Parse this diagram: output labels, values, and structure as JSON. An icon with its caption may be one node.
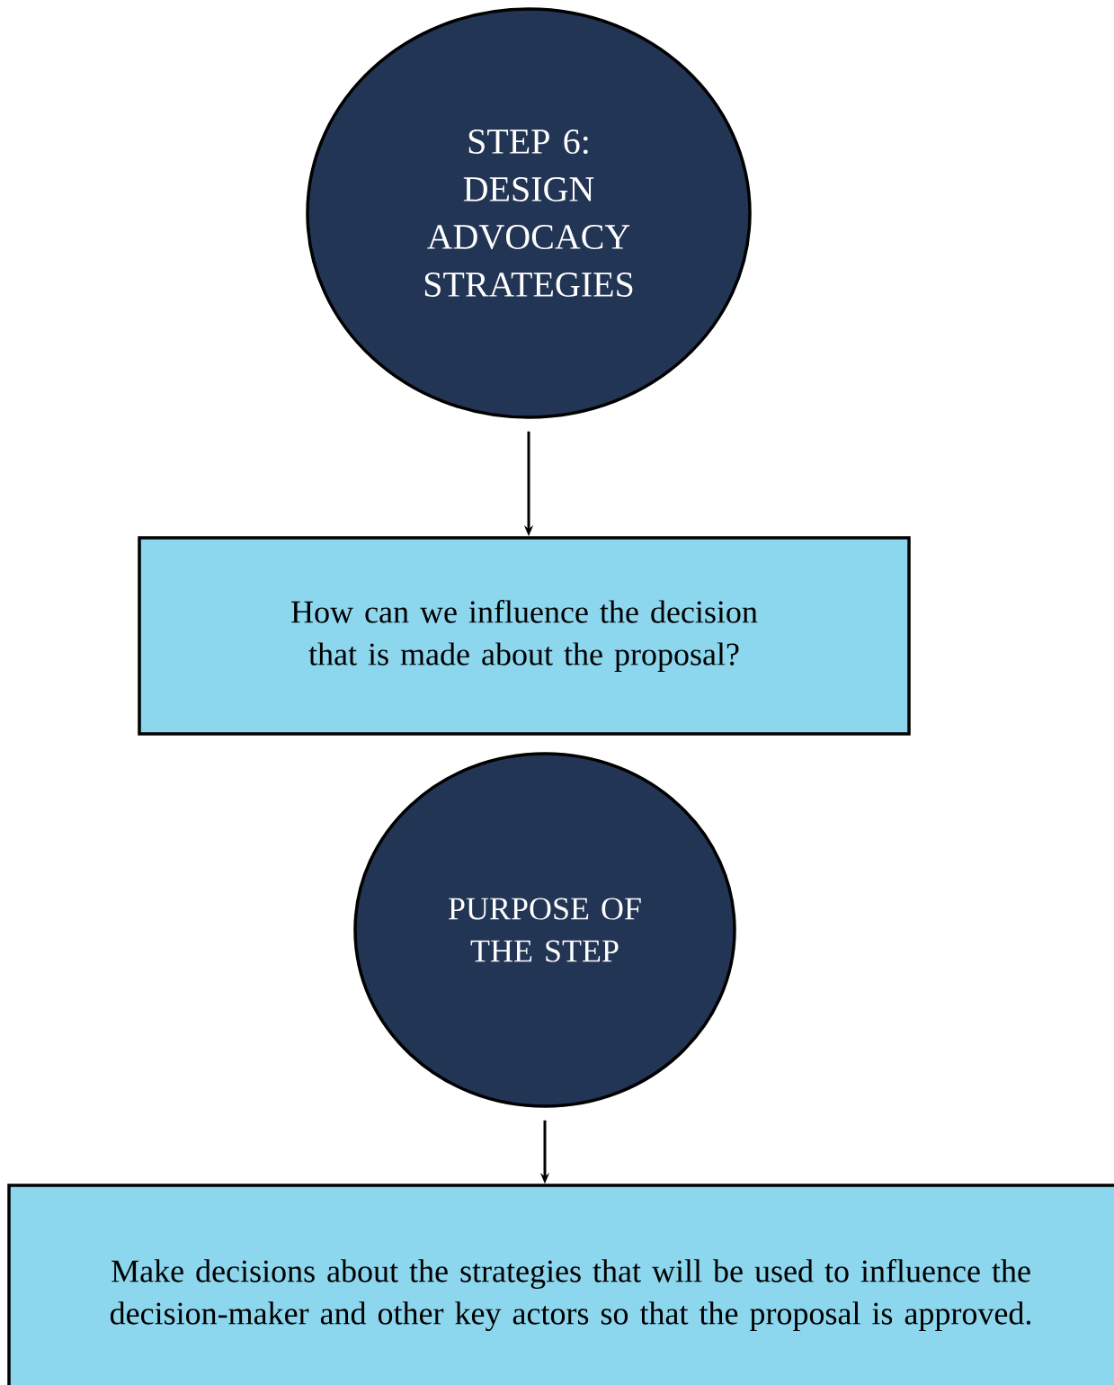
{
  "diagram": {
    "nodes": [
      {
        "text": [
          "STEP 6: DESIGN ADVOCACY STRATEGIES"
        ]
      },
      {
        "text": [
          "How can we influence the decision that is made about the proposal?"
        ]
      },
      {
        "text": [
          "PURPOSE OF THE STEP"
        ]
      },
      {
        "text": [
          "Make decisions about the strategies that will be used to influence the decision-maker and other key actors so that the proposal is approved."
        ]
      }
    ],
    "edges": [
      {
        "from": 0,
        "to": 1,
        "arrow": "to"
      },
      {
        "from": 2,
        "to": 3,
        "arrow": "to"
      }
    ]
  }
}
